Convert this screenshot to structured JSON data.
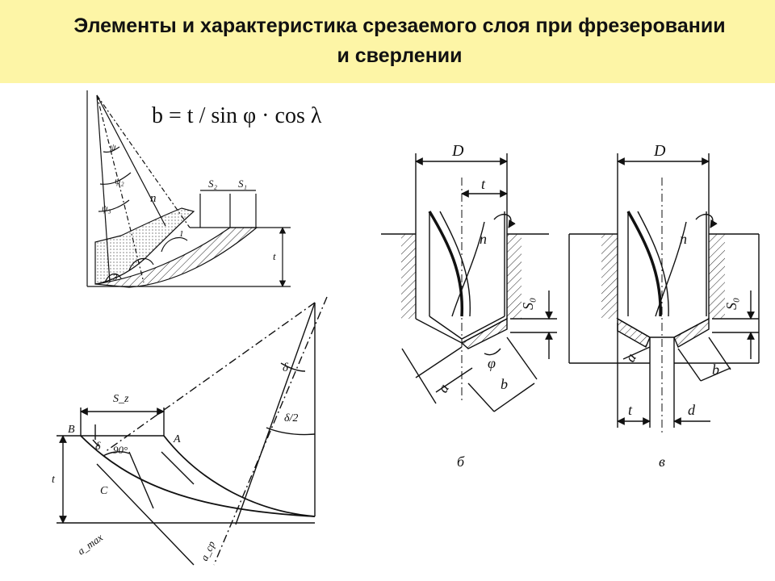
{
  "slide": {
    "title_line1": "Элементы и характеристика срезаемого слоя при фрезеровании",
    "title_line2": "и сверлении"
  },
  "formula": "b = t / sin φ · cos λ",
  "milling_top": {
    "labels": {
      "s2": "S₂",
      "s1": "S₁",
      "t": "t",
      "n": "n",
      "psi": "ψ",
      "psi2": "ψ₂",
      "psi3": "ψ₃",
      "one": "1",
      "three": "3"
    }
  },
  "milling_bottom": {
    "labels": {
      "sz": "S_z",
      "b": "B",
      "a": "A",
      "c": "C",
      "delta": "δ",
      "delta_half": "δ/2",
      "angle90": "90°",
      "t": "t",
      "amax": "a_max",
      "acp": "a_ср"
    }
  },
  "drill_b": {
    "labels": {
      "d": "D",
      "t": "t",
      "n": "n",
      "so": "S₀",
      "phi": "φ",
      "a": "a",
      "b": "b",
      "caption": "б"
    }
  },
  "drill_v": {
    "labels": {
      "d_big": "D",
      "n": "n",
      "so": "S₀",
      "a": "a",
      "b": "b",
      "t": "t",
      "d_small": "d",
      "caption": "в"
    }
  },
  "colors": {
    "title_bg": "#fdf5a6",
    "ink": "#111111"
  }
}
